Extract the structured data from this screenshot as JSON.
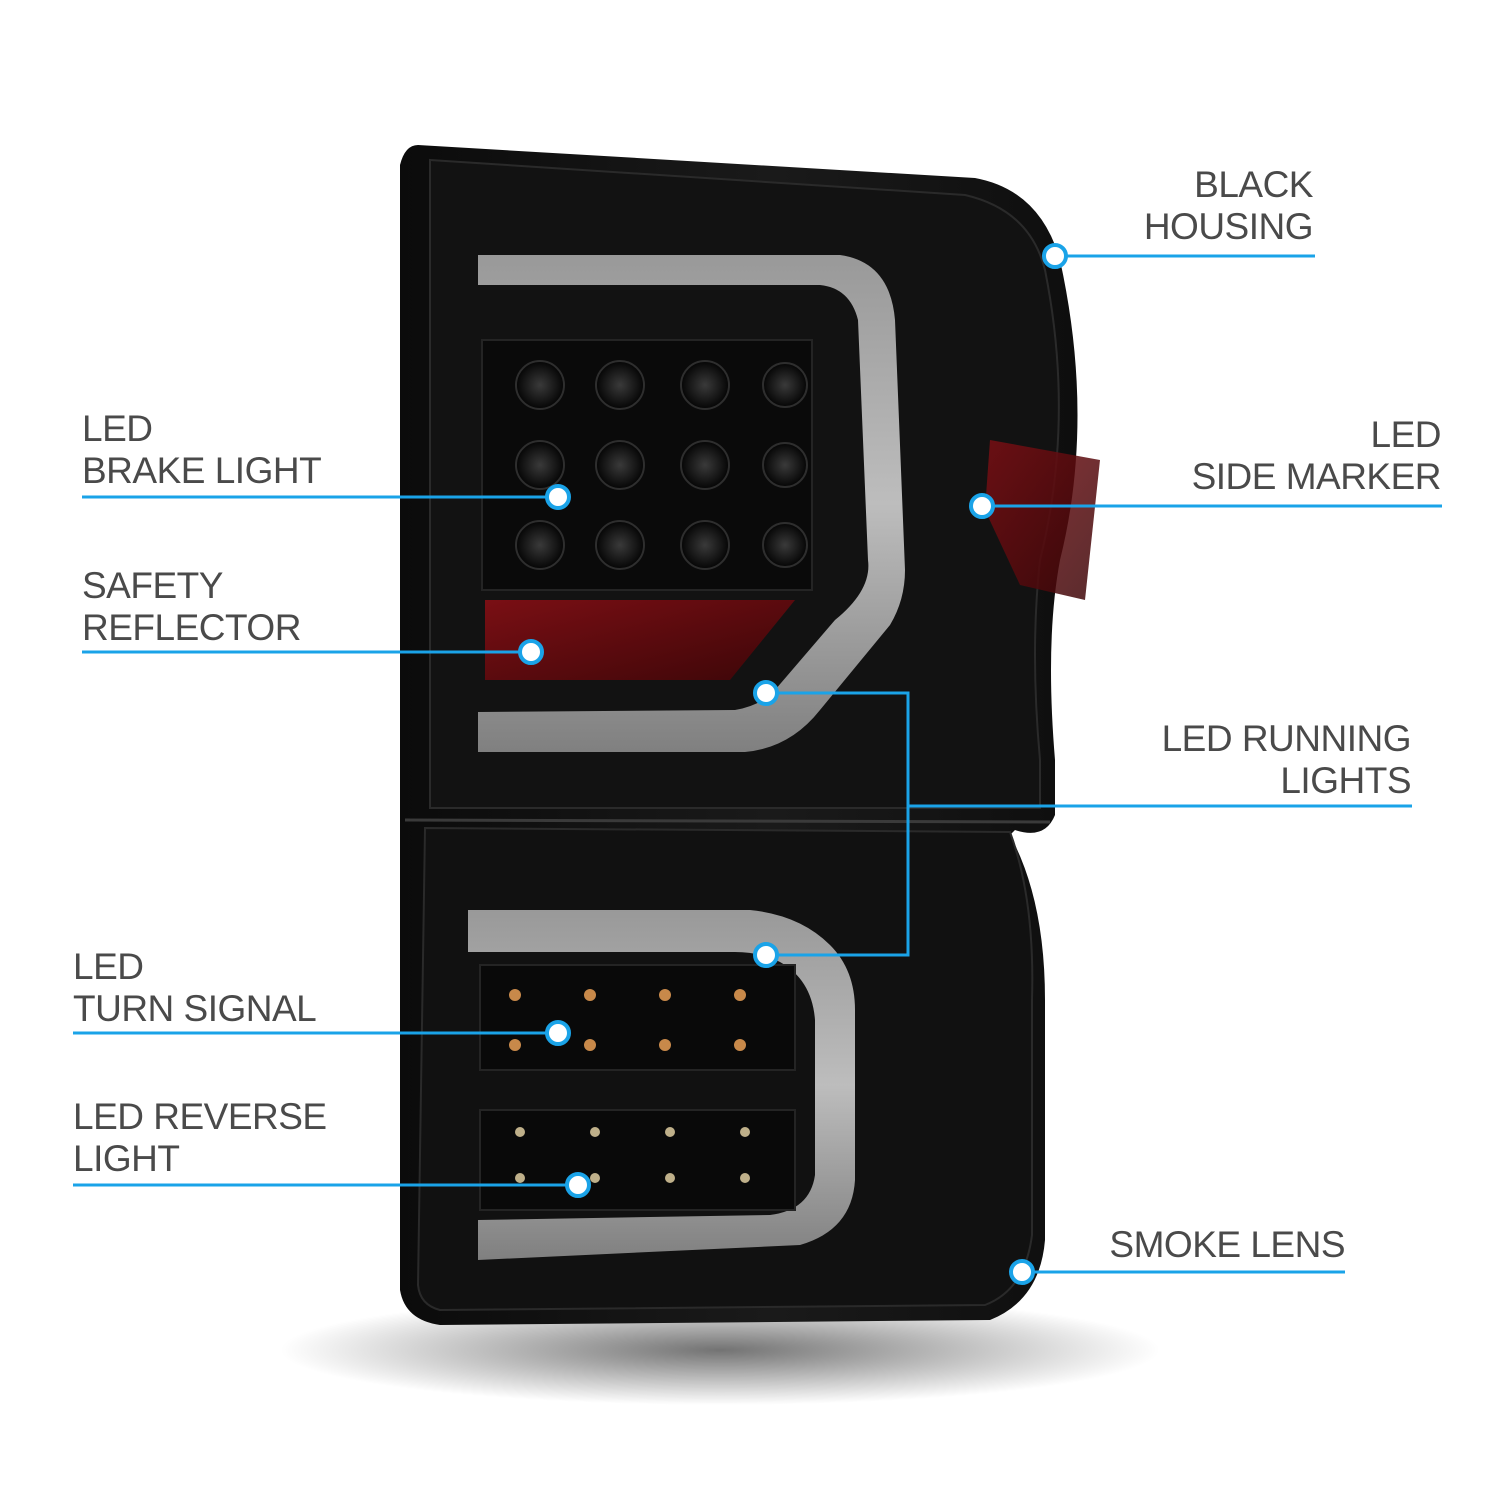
{
  "accent_color": "#1aa3e8",
  "callouts": {
    "black_housing": {
      "line1": "BLACK",
      "line2": "HOUSING"
    },
    "side_marker": {
      "line1": "LED",
      "line2": "SIDE MARKER"
    },
    "running_lights": {
      "line1": "LED RUNNING",
      "line2": "LIGHTS"
    },
    "smoke_lens": {
      "line1": "SMOKE LENS"
    },
    "brake_light": {
      "line1": "LED",
      "line2": "BRAKE LIGHT"
    },
    "safety_reflector": {
      "line1": "SAFETY",
      "line2": "REFLECTOR"
    },
    "turn_signal": {
      "line1": "LED",
      "line2": "TURN SIGNAL"
    },
    "reverse_light": {
      "line1": "LED REVERSE",
      "line2": "LIGHT"
    }
  }
}
